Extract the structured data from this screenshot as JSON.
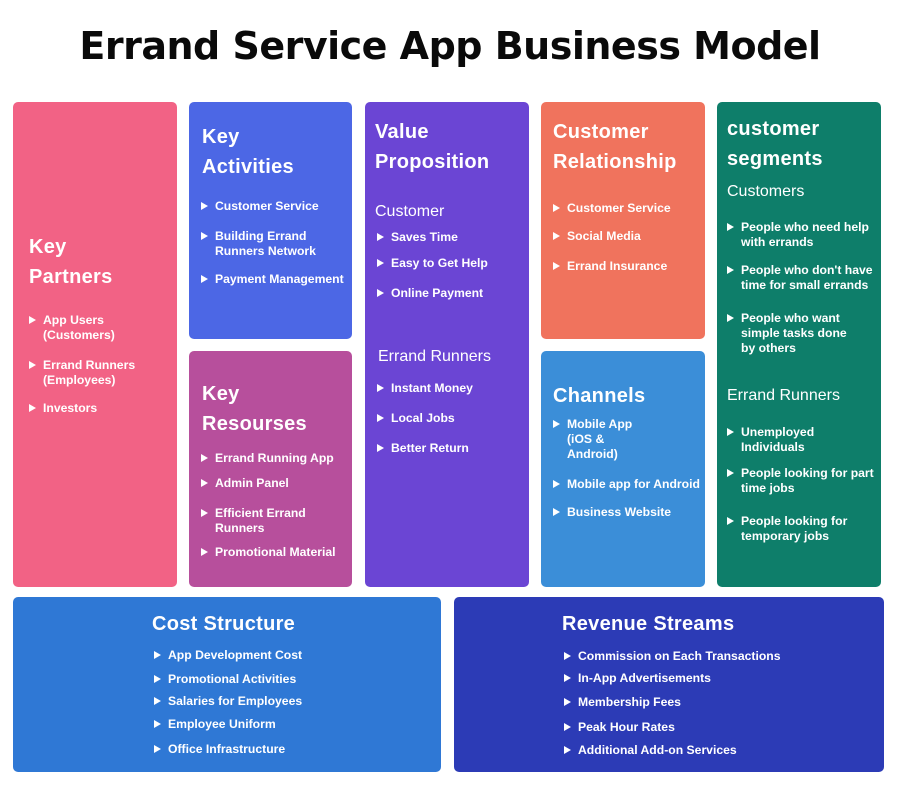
{
  "title": "Errand Service App Business Model",
  "colors": {
    "key_partners": "#f26285",
    "key_activities": "#4c67e5",
    "key_resources": "#b74f9c",
    "value_proposition": "#6b45d4",
    "customer_relationship": "#f0735d",
    "channels": "#3b8ed8",
    "customer_segments": "#0e7e6a",
    "cost_structure": "#2f78d5",
    "revenue_streams": "#2c3bb6"
  },
  "key_partners": {
    "title_line1": "Key",
    "title_line2": "Partners",
    "items": [
      "App Users (Customers)",
      "Errand Runners (Employees)",
      "Investors"
    ]
  },
  "key_activities": {
    "title_line1": "Key",
    "title_line2": "Activities",
    "items": [
      "Customer Service",
      "Building Errand Runners Network",
      "Payment Management"
    ]
  },
  "key_resources": {
    "title_line1": "Key",
    "title_line2": "Resourses",
    "items": [
      "Errand Running App",
      "Admin Panel",
      "Efficient Errand Runners",
      "Promotional Material"
    ]
  },
  "value_proposition": {
    "title_line1": "Value",
    "title_line2": "Proposition",
    "groups": [
      {
        "heading": "Customer",
        "items": [
          "Saves Time",
          "Easy to Get Help",
          "Online Payment"
        ]
      },
      {
        "heading": "Errand Runners",
        "items": [
          "Instant Money",
          "Local Jobs",
          "Better Return"
        ]
      }
    ]
  },
  "customer_relationship": {
    "title_line1": "Customer",
    "title_line2": "Relationship",
    "items": [
      "Customer Service",
      "Social Media",
      "Errand Insurance"
    ]
  },
  "channels": {
    "title": "Channels",
    "items": [
      "Mobile App (iOS & Android)",
      "Mobile app for Android",
      "Business Website"
    ]
  },
  "customer_segments": {
    "title_line1": "customer",
    "title_line2": "segments",
    "groups": [
      {
        "heading": "Customers",
        "items": [
          "People who need help with errands",
          "People who don't have time for small errands",
          "People who want simple tasks done by others"
        ]
      },
      {
        "heading": "Errand Runners",
        "items": [
          "Unemployed Individuals",
          "People looking for part time jobs",
          "People looking for temporary jobs"
        ]
      }
    ]
  },
  "cost_structure": {
    "title": "Cost Structure",
    "items": [
      "App Development Cost",
      "Promotional Activities",
      "Salaries for Employees",
      "Employee Uniform",
      "Office Infrastructure"
    ]
  },
  "revenue_streams": {
    "title": "Revenue Streams",
    "items": [
      "Commission on Each Transactions",
      "In-App Advertisements",
      "Membership Fees",
      "Peak Hour Rates",
      "Additional Add-on Services"
    ]
  }
}
